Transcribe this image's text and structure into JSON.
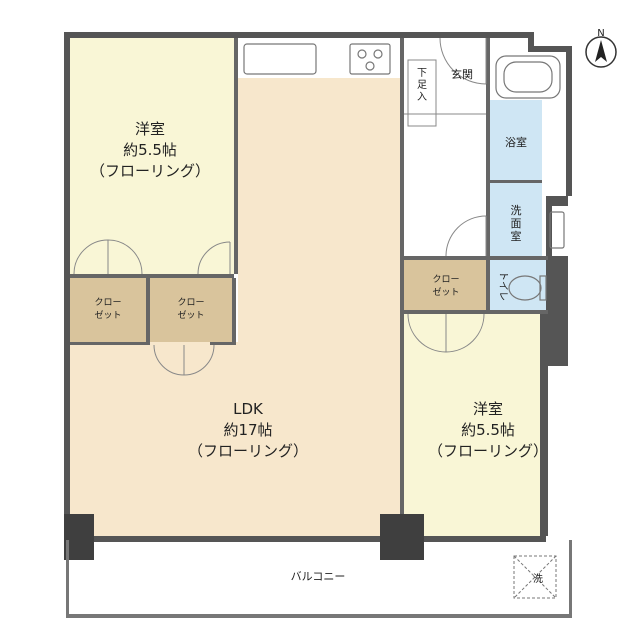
{
  "colors": {
    "wall": "#555555",
    "wall_dark": "#3f3f3f",
    "room_cream": "#f9f6d6",
    "room_peach": "#f7e7cc",
    "room_blue": "#cfe6f4",
    "closet": "#d9c49c",
    "white": "#ffffff",
    "line": "#777777"
  },
  "compass": {
    "letter": "N"
  },
  "rooms": {
    "western_top": {
      "name": "洋室",
      "size": "約5.5帖",
      "floor": "（フローリング）"
    },
    "western_bottom": {
      "name": "洋室",
      "size": "約5.5帖",
      "floor": "（フローリング）"
    },
    "ldk": {
      "name": "LDK",
      "size": "約17帖",
      "floor": "（フローリング）"
    },
    "bath": {
      "name": "浴室"
    },
    "washroom": {
      "lines": [
        "洗",
        "面",
        "室"
      ]
    },
    "entrance": {
      "name": "玄関"
    },
    "shoe_closet": {
      "lines": [
        "下",
        "足",
        "入"
      ]
    },
    "toilet": {
      "name": "トイレ"
    },
    "closet_a": {
      "lines": [
        "クロー",
        "ゼット"
      ]
    },
    "closet_b": {
      "lines": [
        "クロー",
        "ゼット"
      ]
    },
    "closet_c": {
      "lines": [
        "クロー",
        "ゼット"
      ]
    },
    "balcony": {
      "name": "バルコニー"
    },
    "laundry": {
      "name": "洗"
    }
  }
}
